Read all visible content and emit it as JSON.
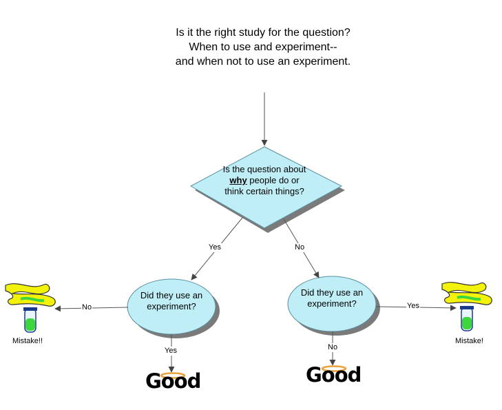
{
  "title": {
    "line1": "Is it the right study for the question?",
    "line2": "When to use and experiment--",
    "line3": "and when not to use an experiment."
  },
  "decision": {
    "pre": "Is the question about ",
    "emph": "why",
    "post": " people do or think certain things?"
  },
  "left_node": {
    "text": "Did they use an experiment?"
  },
  "right_node": {
    "text": "Did they use an experiment?"
  },
  "edge_labels": {
    "yes_left": "Yes",
    "no_right": "No",
    "left_no": "No",
    "left_yes": "Yes",
    "right_yes": "Yes",
    "right_no": "No"
  },
  "outcomes": {
    "mistake_left": "Mistake!!",
    "mistake_right": "Mistake!",
    "good_left": "Good",
    "good_right": "Good"
  },
  "icons": {
    "mistake": "spilled-test-tube-icon",
    "good": "halo-icon"
  },
  "colors": {
    "node_fill": "#bfeef7",
    "node_stroke": "#5a8fa0",
    "shadow": "#7a7a7a",
    "halo": "#e8a23c",
    "acid_yellow": "#f2f20a",
    "acid_green": "#3dd63d"
  }
}
